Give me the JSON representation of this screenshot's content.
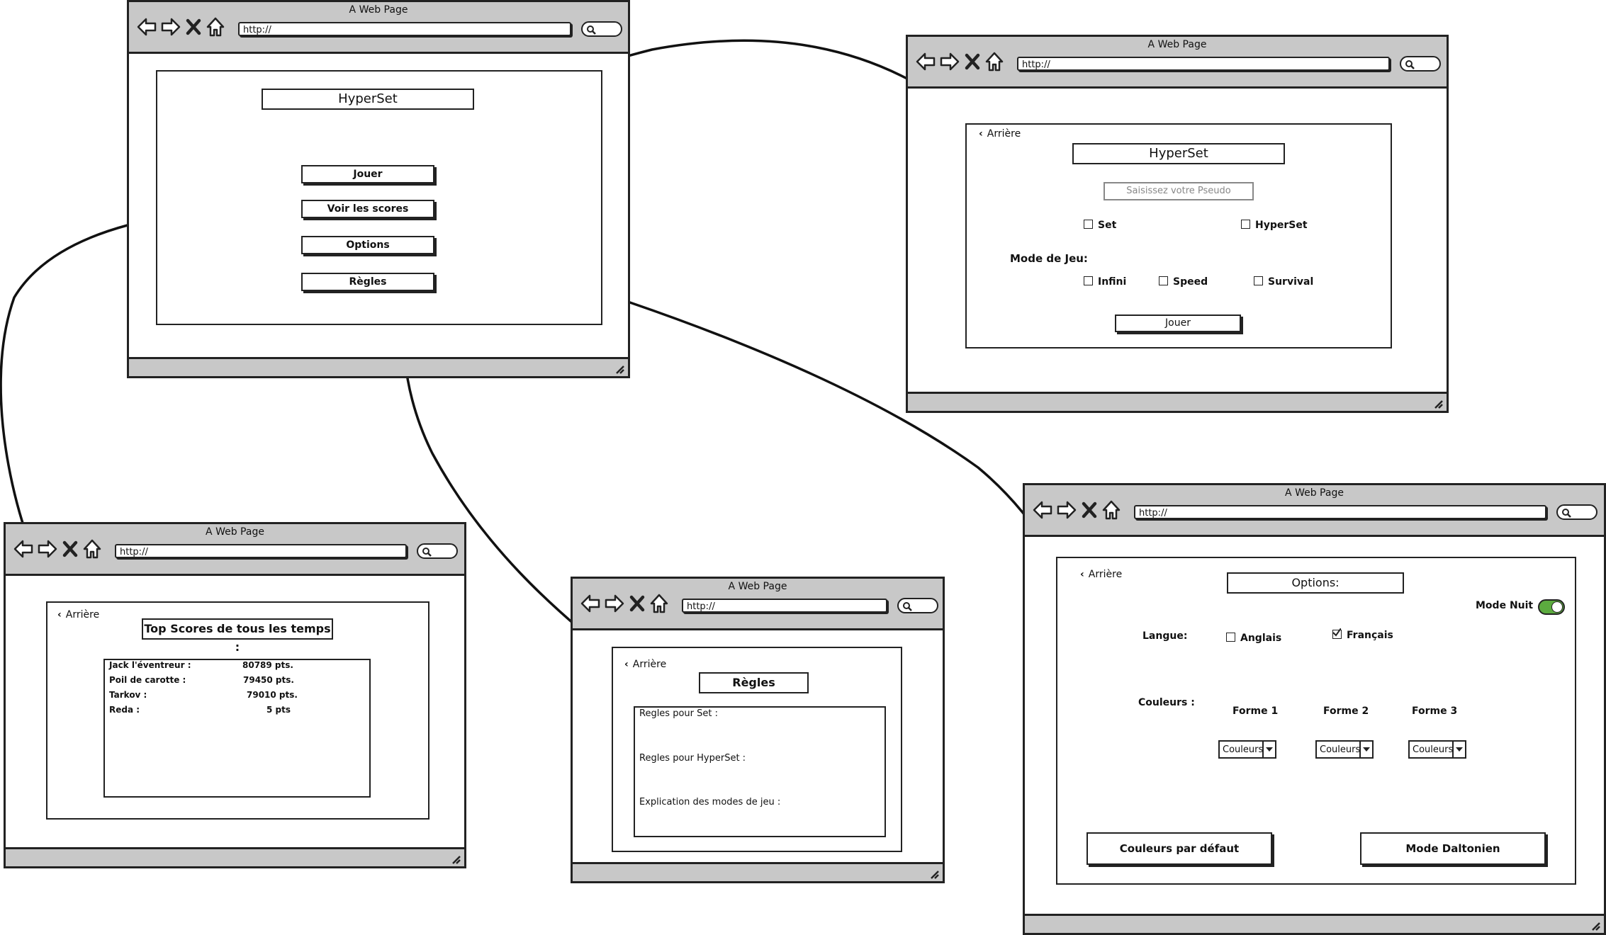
{
  "window_title": "A Web Page",
  "url": "http://",
  "colors": {
    "toolbar": "#c8c8c8",
    "toggle_on": "#5cab3f",
    "stroke": "#222222"
  },
  "main": {
    "title": "HyperSet",
    "buttons": {
      "play": "Jouer",
      "scores": "Voir les scores",
      "options": "Options",
      "rules": "Règles"
    }
  },
  "play": {
    "back": "Arrière",
    "title": "HyperSet",
    "pseudo_placeholder": "Saisissez votre Pseudo",
    "variants": [
      "Set",
      "HyperSet"
    ],
    "mode_label": "Mode de Jeu:",
    "modes": [
      "Infini",
      "Speed",
      "Survival"
    ],
    "play_button": "Jouer"
  },
  "scores": {
    "back": "Arrière",
    "title": "Top Scores de tous les temps :",
    "rows": [
      {
        "name": "Jack l'éventreur :",
        "score": "80789 pts."
      },
      {
        "name": "Poil de carotte :",
        "score": "79450 pts."
      },
      {
        "name": "Tarkov :",
        "score": "79010 pts."
      },
      {
        "name": "Reda :",
        "score": "5 pts"
      }
    ]
  },
  "rules": {
    "back": "Arrière",
    "title": "Règles",
    "sections": [
      "Regles pour Set :",
      "Regles pour HyperSet :",
      "Explication des modes de jeu :"
    ]
  },
  "options": {
    "back": "Arrière",
    "title": "Options:",
    "night_mode": "Mode Nuit",
    "night_mode_on": true,
    "language_label": "Langue:",
    "languages": [
      {
        "label": "Anglais",
        "checked": false
      },
      {
        "label": "Français",
        "checked": true
      }
    ],
    "colors_label": "Couleurs :",
    "shapes": [
      "Forme 1",
      "Forme 2",
      "Forme 3"
    ],
    "select_value": "Couleurs",
    "default_button": "Couleurs par défaut",
    "daltonian_button": "Mode Daltonien"
  }
}
